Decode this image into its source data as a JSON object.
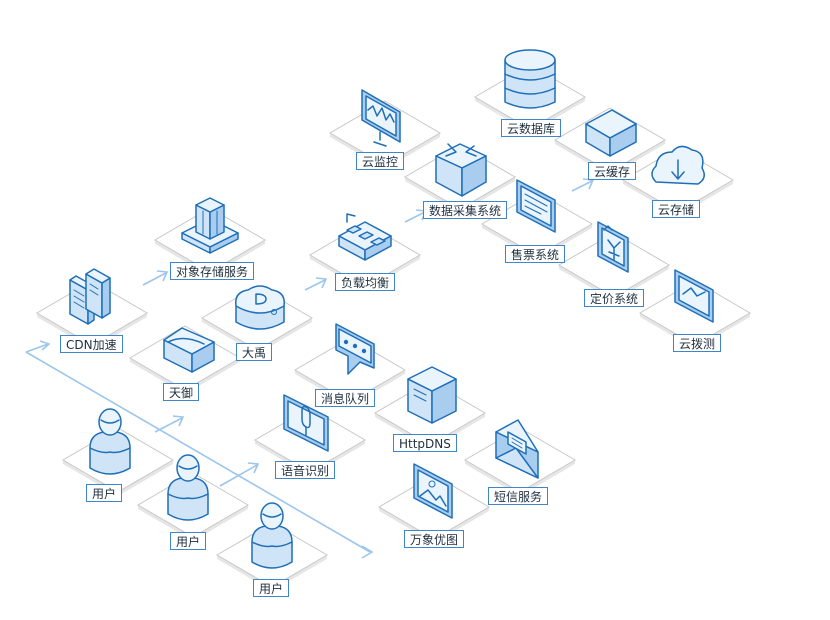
{
  "labels": {
    "cloud_database": "云数据库",
    "cloud_monitor": "云监控",
    "cloud_cache": "云缓存",
    "cloud_storage": "云存储",
    "data_collection": "数据采集系统",
    "object_storage": "对象存储服务",
    "load_balancing": "负载均衡",
    "ticketing": "售票系统",
    "pricing": "定价系统",
    "cloud_probe": "云拨测",
    "cdn": "CDN加速",
    "dayu": "大禹",
    "tianyu": "天御",
    "message_queue": "消息队列",
    "httpdns": "HttpDNS",
    "voice_recognition": "语音识别",
    "sms": "短信服务",
    "image_optimization": "万象优图",
    "user_1": "用户",
    "user_2": "用户",
    "user_3": "用户"
  },
  "colors": {
    "icon_stroke": "#1f6fb8",
    "icon_light": "#eaf4fd",
    "icon_mid": "#cfe4f7",
    "icon_dark": "#a9cdee",
    "flow_line": "#9cc6ec",
    "label_border": "#3f86c8",
    "tile_border": "#c8c8c8"
  },
  "icons": {
    "cloud_database": "database-cylinder-icon",
    "cloud_monitor": "monitor-waveform-icon",
    "cloud_cache": "cache-box-icon",
    "cloud_storage": "cloud-download-icon",
    "data_collection": "collector-box-icon",
    "object_storage": "building-stack-icon",
    "load_balancing": "network-switch-icon",
    "ticketing": "ticket-document-icon",
    "pricing": "price-yen-icon",
    "cloud_probe": "probe-chart-icon",
    "cdn": "books-icon",
    "dayu": "shield-d-icon",
    "tianyu": "shield-box-icon",
    "message_queue": "chat-bubble-icon",
    "httpdns": "server-tower-icon",
    "voice_recognition": "microphone-tablet-icon",
    "sms": "envelope-icon",
    "image_optimization": "photo-frame-icon",
    "user": "user-person-icon"
  }
}
